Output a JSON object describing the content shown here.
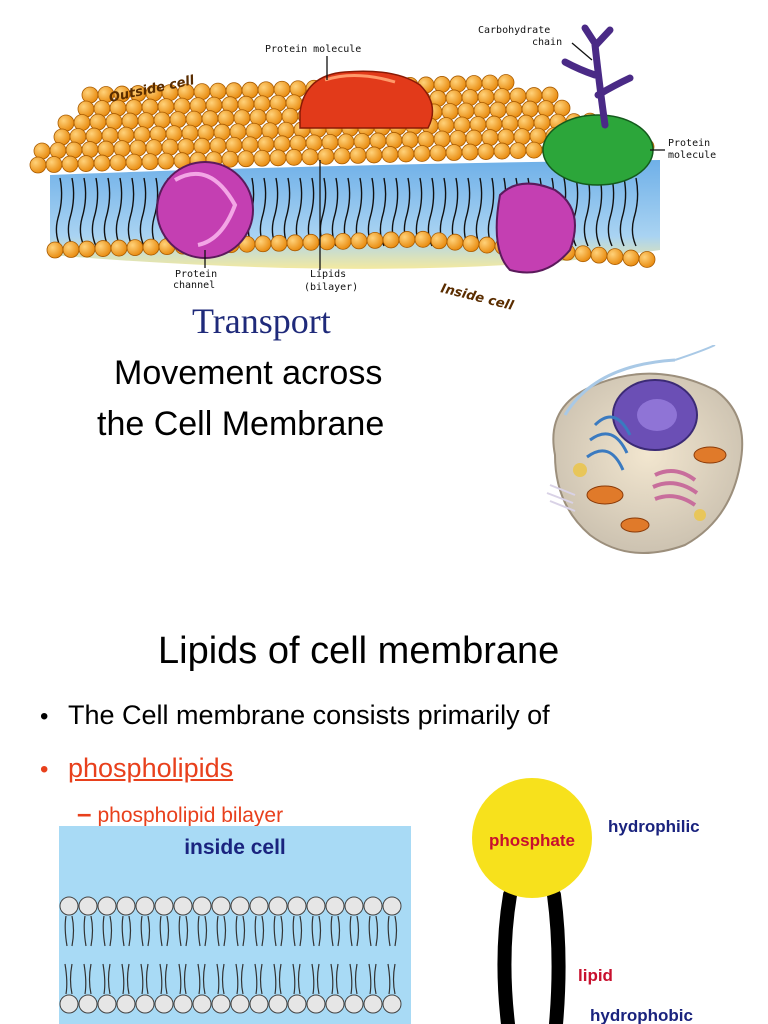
{
  "membrane_diagram": {
    "labels": {
      "protein_molecule_top": "Protein molecule",
      "carbohydrate_line1": "Carbohydrate",
      "carbohydrate_line2": "chain",
      "outside_cell": "Outside cell",
      "protein_molecule_right_line1": "Protein",
      "protein_molecule_right_line2": "molecule",
      "protein_channel_line1": "Protein",
      "protein_channel_line2": "channel",
      "lipids_line1": "Lipids",
      "lipids_line2": "(bilayer)",
      "inside_cell": "Inside cell"
    }
  },
  "slide1": {
    "title": "Transport",
    "subtitle_line1": "Movement across",
    "subtitle_line2": "the Cell Membrane"
  },
  "slide2": {
    "heading": "Lipids of cell membrane",
    "bullets": [
      {
        "marker": "•",
        "text": "The Cell membrane consists primarily of"
      },
      {
        "marker": "•",
        "text": "phospholipids"
      }
    ],
    "sub_bullet": {
      "marker": "–",
      "text": "phospholipid bilayer"
    },
    "bilayer_panel": {
      "label": "inside cell"
    },
    "phospholipid": {
      "head_label": "phosphate",
      "hydrophilic": "hydrophilic",
      "tail_label": "lipid",
      "hydrophobic": "hydrophobic"
    }
  },
  "colors": {
    "title_blue": "#1f2a7a",
    "bullet_orange": "#e8401c",
    "lipid_head_orange": "#f5a623",
    "panel_blue": "#a8daf5",
    "phosphate_yellow": "#f7e11c",
    "label_red": "#c8102e",
    "label_navy": "#1a237e"
  }
}
